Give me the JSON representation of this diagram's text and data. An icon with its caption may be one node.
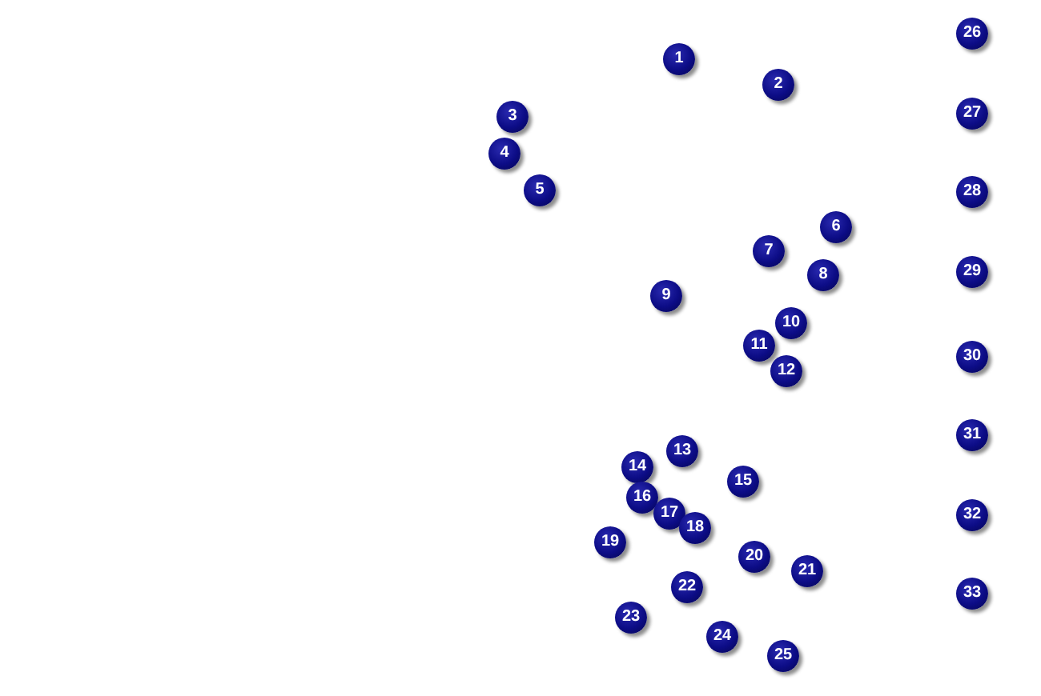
{
  "diagram": {
    "labels": [
      "1",
      "2",
      "3",
      "4",
      "5",
      "6",
      "7",
      "8",
      "9",
      "10",
      "11",
      "12",
      "13",
      "14",
      "15",
      "16",
      "17",
      "18",
      "19",
      "20",
      "21",
      "22",
      "23",
      "24",
      "25",
      "26",
      "27",
      "28",
      "29",
      "30",
      "31",
      "32",
      "33"
    ]
  }
}
